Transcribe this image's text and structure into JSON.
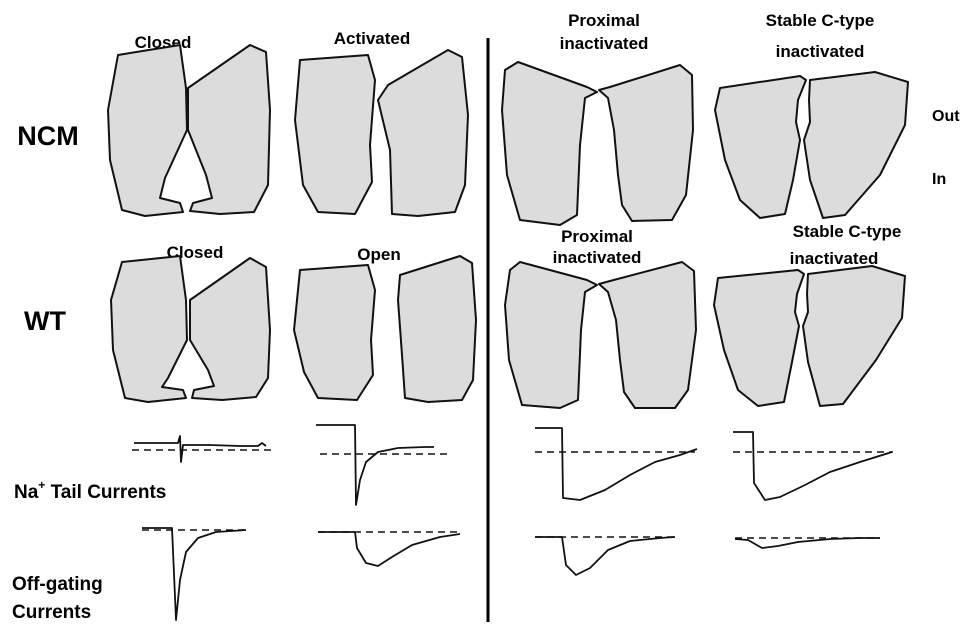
{
  "row_labels": {
    "ncm": "NCM",
    "wt": "WT"
  },
  "ncm_states": {
    "closed": "Closed",
    "activated": "Activated",
    "proximal_1": "Proximal",
    "proximal_2": "inactivated",
    "stable_1": "Stable C-type",
    "stable_2": "inactivated"
  },
  "wt_states": {
    "closed": "Closed",
    "open": "Open",
    "proximal_1": "Proximal",
    "proximal_2": "inactivated",
    "stable_1": "Stable C-type",
    "stable_2": "inactivated"
  },
  "membrane_sides": {
    "out": "Out",
    "in": "In"
  },
  "current_labels": {
    "na_tail_prefix": "Na",
    "na_tail_sup": "+",
    "na_tail_suffix": " Tail Currents",
    "off_gating_1": "Off-gating",
    "off_gating_2": "Currents"
  }
}
